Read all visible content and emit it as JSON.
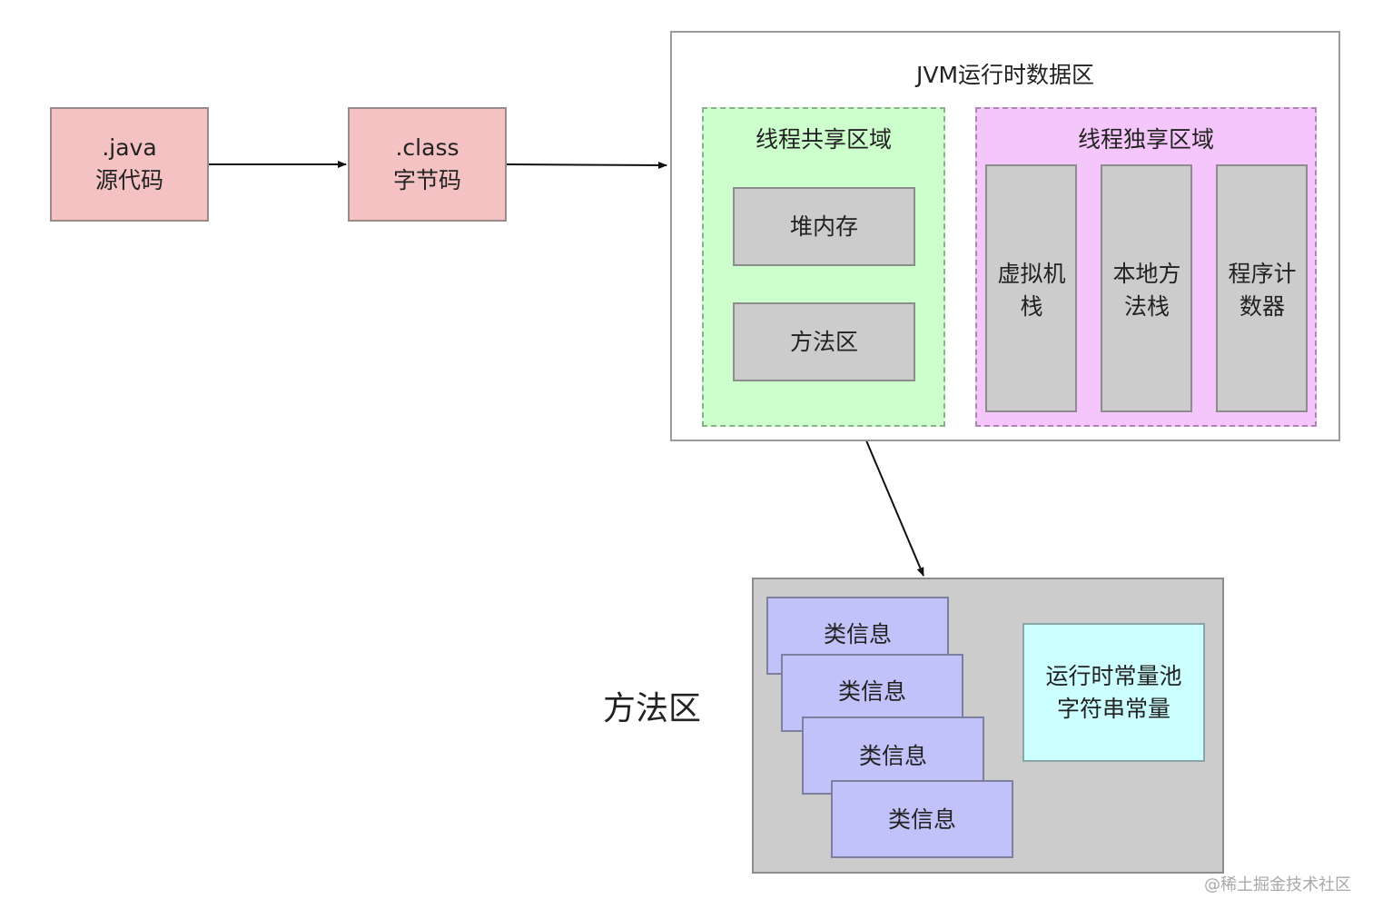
{
  "source": {
    "line1": ".java",
    "line2": "源代码"
  },
  "bytecode": {
    "line1": ".class",
    "line2": "字节码"
  },
  "runtime": {
    "title": "JVM运行时数据区",
    "shared": {
      "title": "线程共享区域",
      "heap": "堆内存",
      "method_area": "方法区"
    },
    "private": {
      "title": "线程独享区域",
      "items": [
        "虚拟机栈",
        "本地方法栈",
        "程序计数器"
      ]
    }
  },
  "method_area_detail": {
    "label": "方法区",
    "class_info": [
      "类信息",
      "类信息",
      "类信息",
      "类信息"
    ],
    "pool": {
      "line1": "运行时常量池",
      "line2": "字符串常量"
    }
  },
  "watermark": "@稀土掘金技术社区",
  "colors": {
    "source_fill": "#f4c2c2",
    "shared_fill": "#ccffcc",
    "private_fill": "#f5c6fb",
    "gray_fill": "#cccccc",
    "class_fill": "#c2c2fa",
    "pool_fill": "#ccffff"
  }
}
